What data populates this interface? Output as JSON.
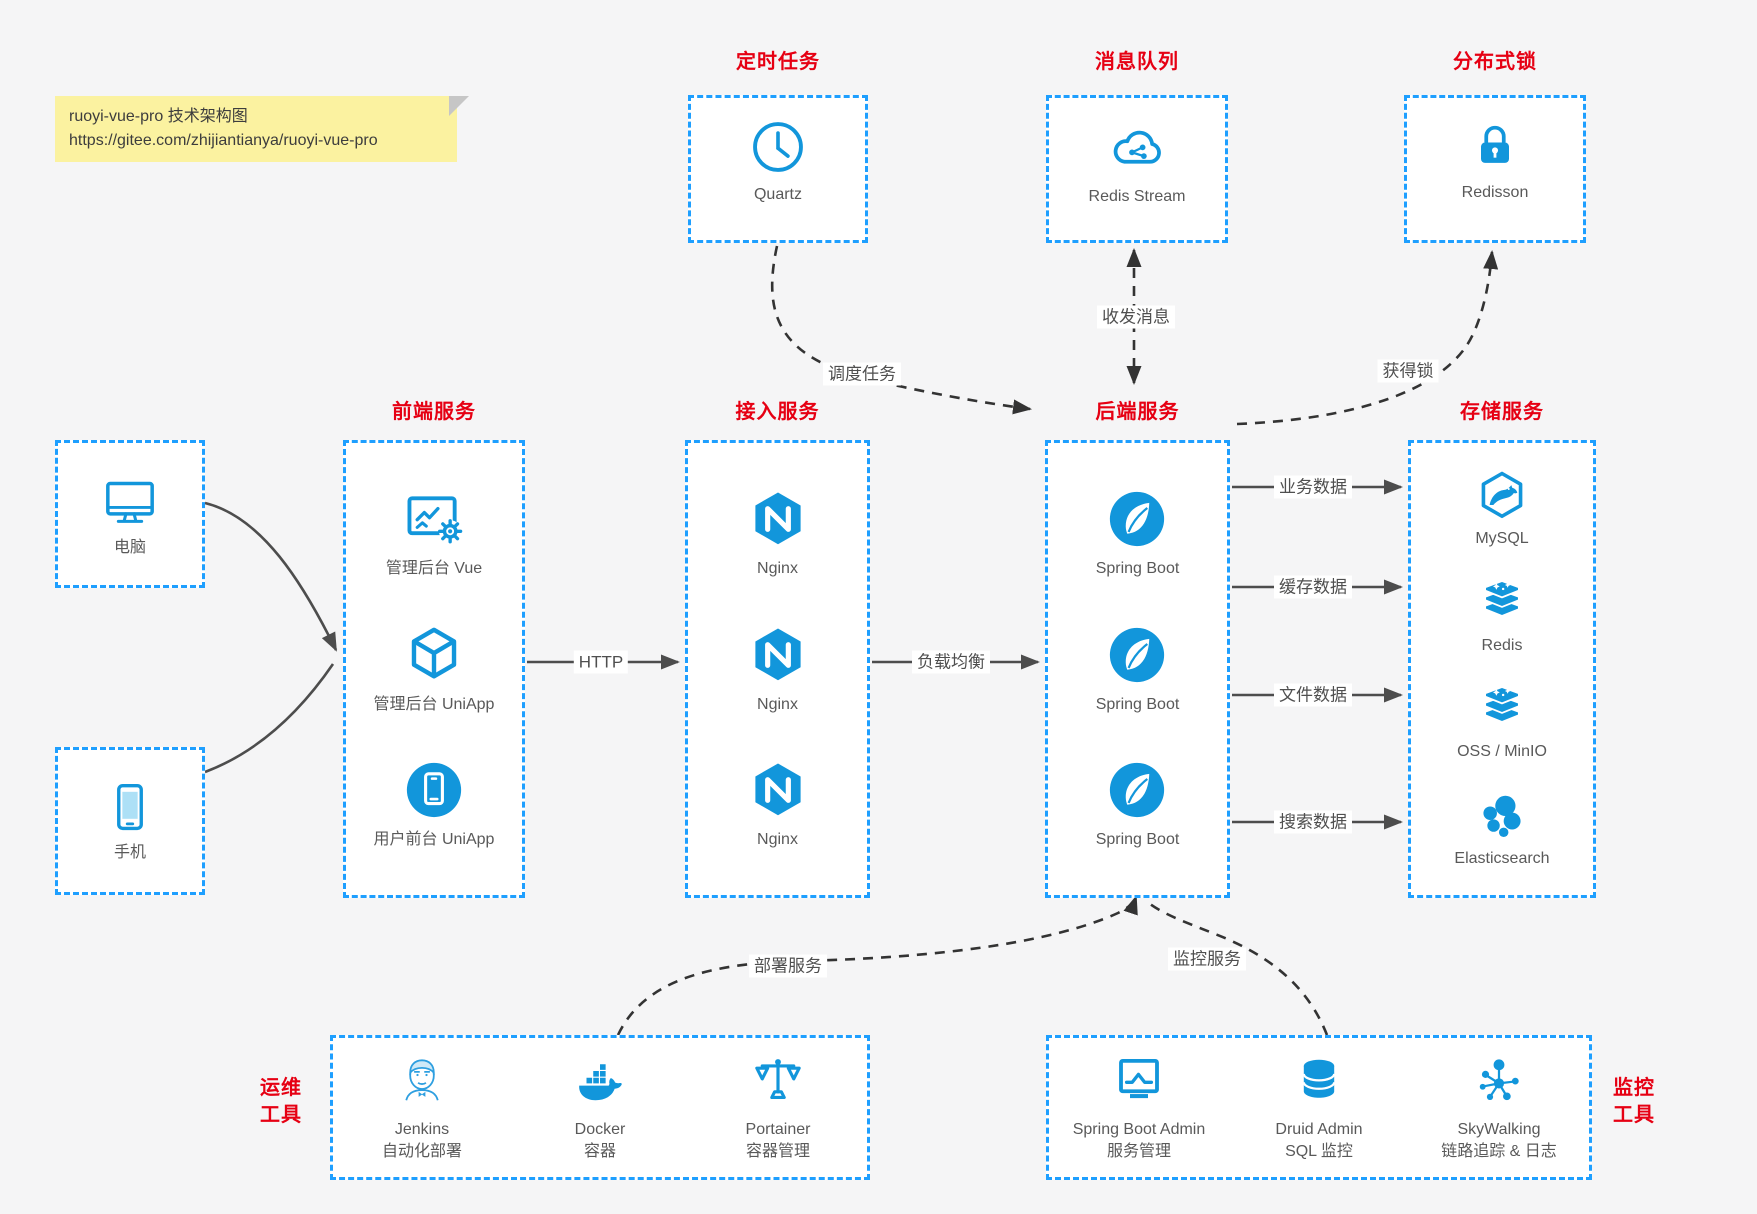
{
  "colors": {
    "icon_blue": "#1296db",
    "border_blue": "#1e9fff",
    "title_red": "#e60013",
    "arrow_dark": "#4d4d4d",
    "note_bg": "#fbf2a0"
  },
  "note": {
    "line1": "ruoyi-vue-pro 技术架构图",
    "line2": "https://gitee.com/zhijiantianya/ruoyi-vue-pro"
  },
  "top_groups": [
    {
      "title": "定时任务",
      "label": "Quartz",
      "icon": "clock-icon"
    },
    {
      "title": "消息队列",
      "label": "Redis Stream",
      "icon": "cloud-mq-icon"
    },
    {
      "title": "分布式锁",
      "label": "Redisson",
      "icon": "lock-icon"
    }
  ],
  "clients": [
    {
      "label": "电脑",
      "icon": "desktop-icon"
    },
    {
      "label": "手机",
      "icon": "phone-icon"
    }
  ],
  "columns": [
    {
      "title": "前端服务",
      "items": [
        {
          "label": "管理后台 Vue",
          "icon": "admin-vue-icon"
        },
        {
          "label": "管理后台 UniApp",
          "icon": "uniapp-cube-icon"
        },
        {
          "label": "用户前台 UniApp",
          "icon": "user-app-icon"
        }
      ]
    },
    {
      "title": "接入服务",
      "items": [
        {
          "label": "Nginx",
          "icon": "nginx-icon"
        },
        {
          "label": "Nginx",
          "icon": "nginx-icon"
        },
        {
          "label": "Nginx",
          "icon": "nginx-icon"
        }
      ]
    },
    {
      "title": "后端服务",
      "items": [
        {
          "label": "Spring Boot",
          "icon": "spring-boot-icon"
        },
        {
          "label": "Spring Boot",
          "icon": "spring-boot-icon"
        },
        {
          "label": "Spring Boot",
          "icon": "spring-boot-icon"
        }
      ]
    },
    {
      "title": "存储服务",
      "items": [
        {
          "label": "MySQL",
          "icon": "mysql-icon"
        },
        {
          "label": "Redis",
          "icon": "redis-stack-icon"
        },
        {
          "label": "OSS / MinIO",
          "icon": "oss-stack-icon"
        },
        {
          "label": "Elasticsearch",
          "icon": "elasticsearch-icon"
        }
      ]
    }
  ],
  "edge_labels": {
    "http": "HTTP",
    "load_balance": "负载均衡",
    "schedule": "调度任务",
    "messaging": "收发消息",
    "get_lock": "获得锁",
    "business_data": "业务数据",
    "cache_data": "缓存数据",
    "file_data": "文件数据",
    "search_data": "搜索数据",
    "deploy": "部署服务",
    "monitor": "监控服务"
  },
  "bottom_groups": [
    {
      "title_line1": "运维",
      "title_line2": "工具",
      "items": [
        {
          "name": "Jenkins",
          "desc": "自动化部署",
          "icon": "jenkins-icon"
        },
        {
          "name": "Docker",
          "desc": "容器",
          "icon": "docker-icon"
        },
        {
          "name": "Portainer",
          "desc": "容器管理",
          "icon": "portainer-icon"
        }
      ]
    },
    {
      "title_line1": "监控",
      "title_line2": "工具",
      "items": [
        {
          "name": "Spring Boot Admin",
          "desc": "服务管理",
          "icon": "spring-boot-admin-icon"
        },
        {
          "name": "Druid Admin",
          "desc": "SQL 监控",
          "icon": "druid-icon"
        },
        {
          "name": "SkyWalking",
          "desc": "链路追踪 & 日志",
          "icon": "skywalking-icon"
        }
      ]
    }
  ]
}
